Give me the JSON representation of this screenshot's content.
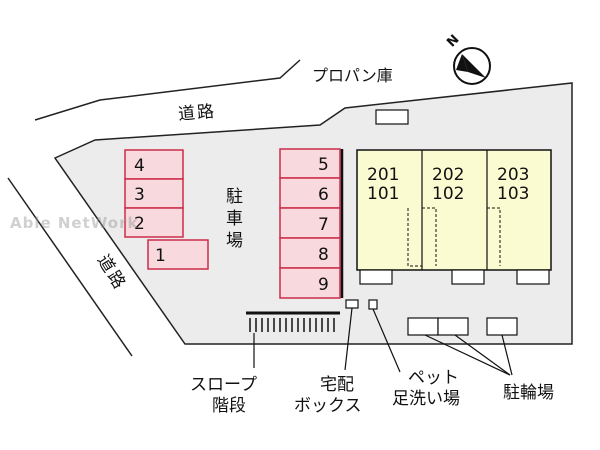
{
  "labels": {
    "road_top": "道路",
    "road_left": "道路",
    "propane": "プロパン庫",
    "parking": "駐車場",
    "slope_stairs": [
      "スロープ",
      "階段"
    ],
    "delivery_box": [
      "宅配",
      "ボックス"
    ],
    "pet_wash": [
      "ペット",
      "足洗い場"
    ],
    "bicycle": "駐輪場",
    "compass": "N"
  },
  "watermark": "Able NetWork",
  "parking_left": [
    "4",
    "3",
    "2",
    "1"
  ],
  "parking_right": [
    "5",
    "6",
    "7",
    "8",
    "9"
  ],
  "units": [
    {
      "upper": "201",
      "lower": "101"
    },
    {
      "upper": "202",
      "lower": "102"
    },
    {
      "upper": "203",
      "lower": "103"
    }
  ],
  "colors": {
    "lot": "#ececec",
    "parking_fill": "#f7d9de",
    "parking_stroke": "#cc2d49",
    "building": "#fbfbd2"
  }
}
